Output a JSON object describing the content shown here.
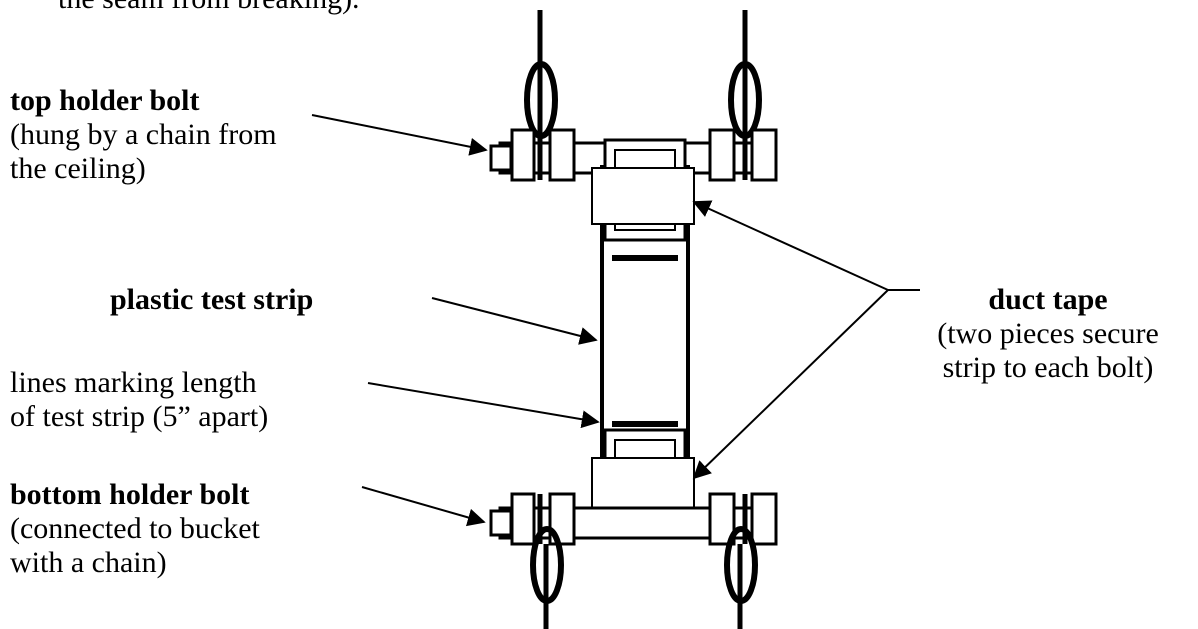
{
  "caption_top": "the seam from breaking).",
  "labels": {
    "top_bolt": {
      "title": "top holder bolt",
      "lines": [
        "(hung by a chain from",
        "the ceiling)"
      ]
    },
    "strip": {
      "title": "plastic test strip"
    },
    "lines": {
      "lines": [
        "lines marking length",
        "of test strip (5” apart)"
      ]
    },
    "bottom_bolt": {
      "title": "bottom holder bolt",
      "lines": [
        "(connected to bucket",
        "with a chain)"
      ]
    },
    "duct_tape": {
      "title": "duct tape",
      "lines": [
        "(two pieces secure",
        "strip to each bolt)"
      ]
    }
  },
  "colors": {
    "ink": "#000000",
    "background": "#ffffff"
  }
}
